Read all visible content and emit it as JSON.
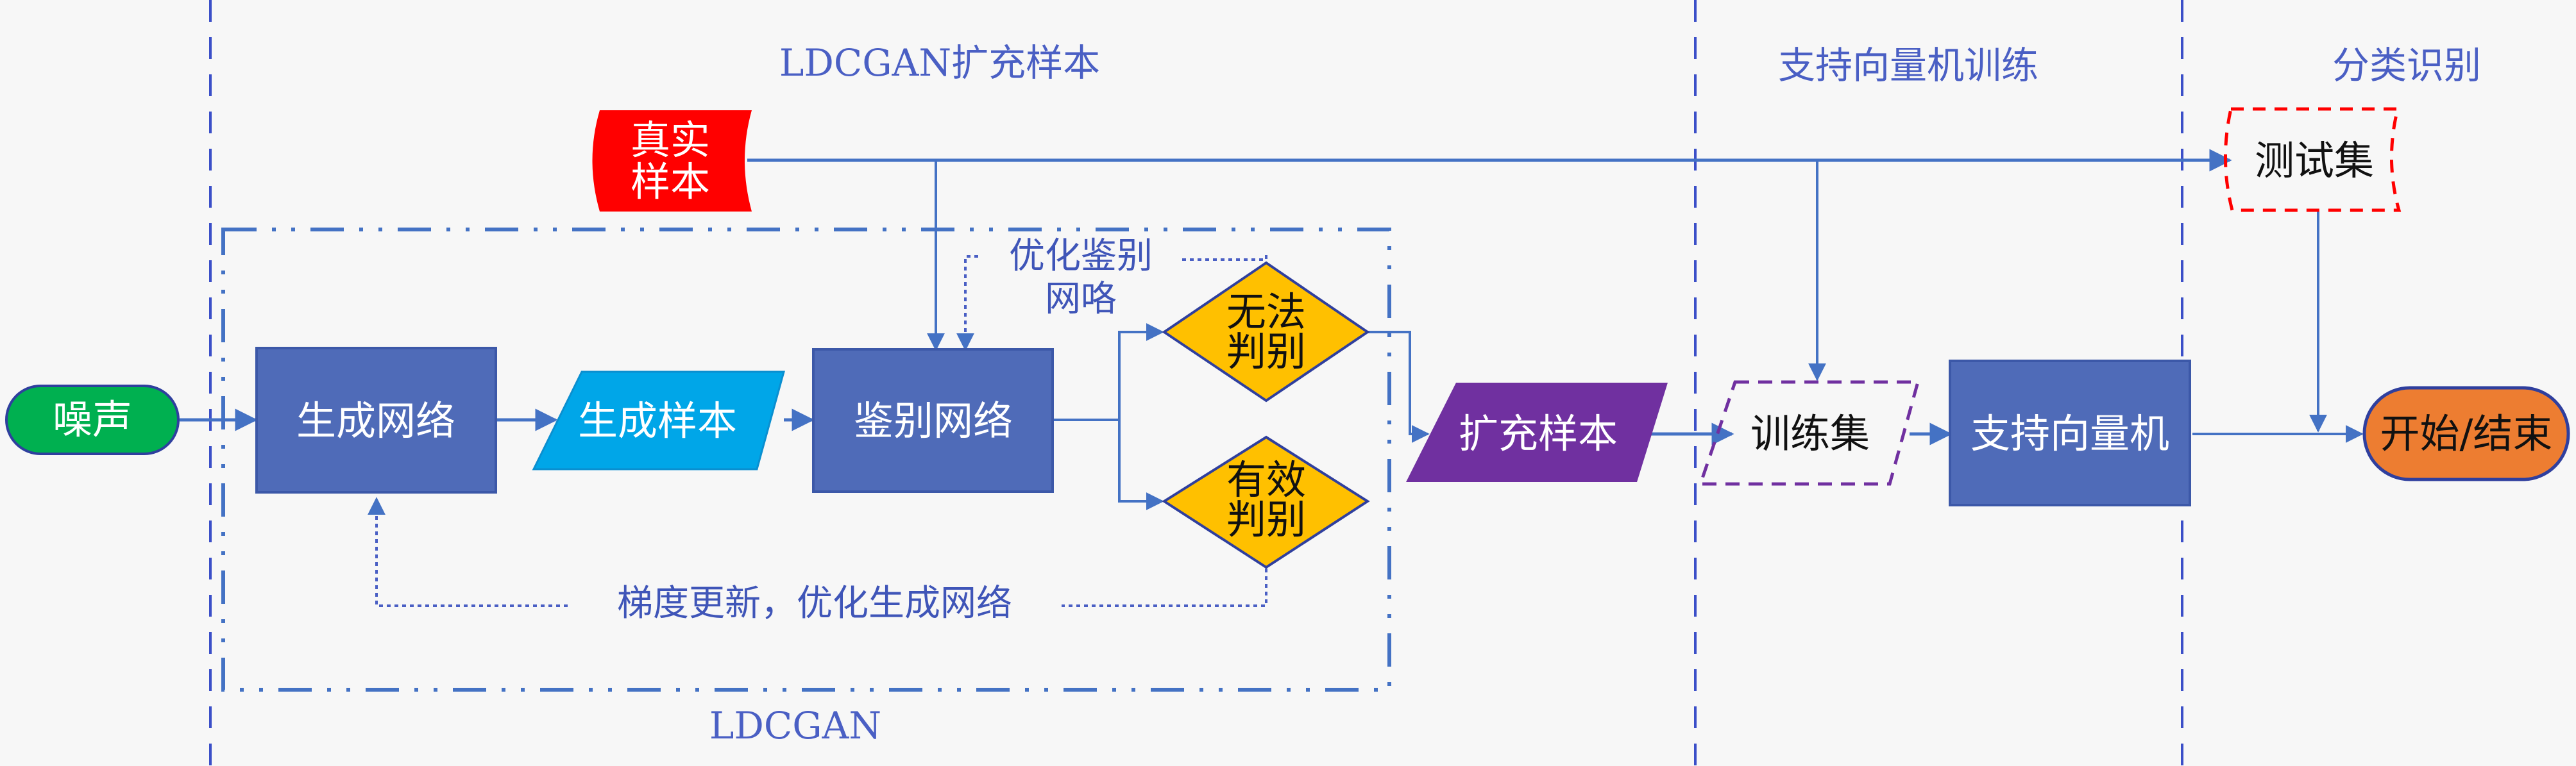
{
  "lanes": {
    "ldcgan_expand": "LDCGAN扩充样本",
    "svm_training": "支持向量机训练",
    "classification": "分类识别"
  },
  "ldcgan_box_label": "LDCGAN",
  "nodes": {
    "noise": "噪声",
    "real_sample_line1": "真实",
    "real_sample_line2": "样本",
    "generator": "生成网络",
    "generated_sample": "生成样本",
    "discriminator": "鉴别网络",
    "cannot_judge_line1": "无法",
    "cannot_judge_line2": "判别",
    "valid_judge_line1": "有效",
    "valid_judge_line2": "判别",
    "expanded_sample": "扩充样本",
    "training_set": "训练集",
    "svm": "支持向量机",
    "test_set": "测试集",
    "start_end": "开始/结束"
  },
  "notes": {
    "optimize_discriminator_line1": "优化鉴别",
    "optimize_discriminator_line2": "网咯",
    "gradient_update": "梯度更新，优化生成网络"
  },
  "colors": {
    "line_blue": "#4472c4",
    "lane_divider": "#3b4fc8",
    "box_blue": "#4f6bb8",
    "sample_cyan": "#00a6e8",
    "noise_green": "#00b050",
    "real_red": "#ff0000",
    "diamond_gold": "#ffc000",
    "expanded_purple": "#7030a0",
    "terminal_orange": "#ed7d31",
    "test_border_red": "#ff0000",
    "train_border_purple": "#7030a0"
  }
}
